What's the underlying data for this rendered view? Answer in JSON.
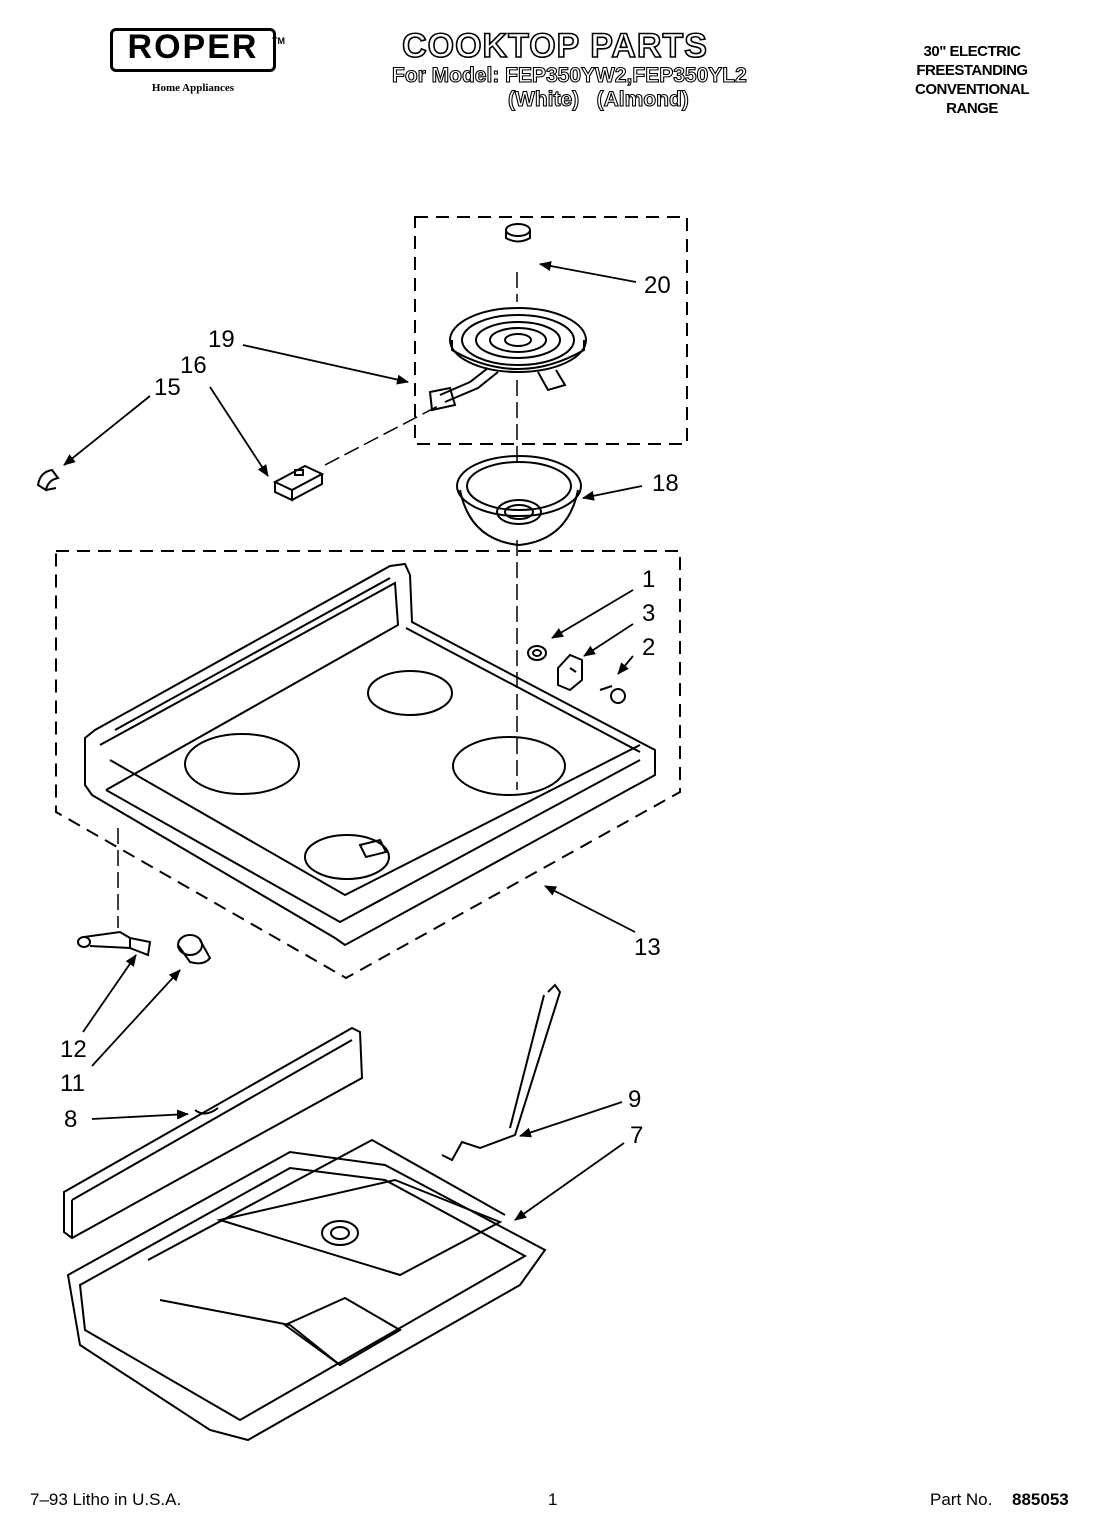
{
  "brand": {
    "logo": "ROPER",
    "trademark": "TM",
    "subtitle": "Home Appliances"
  },
  "header": {
    "title": "COOKTOP PARTS",
    "models_line": "For Model: FEP350YW2,FEP350YL2",
    "variants_line": "(White)   (Almond)"
  },
  "range_type": {
    "line1": "30\" ELECTRIC",
    "line2": "FREESTANDING",
    "line3": "CONVENTIONAL",
    "line4": "RANGE"
  },
  "callouts": [
    "20",
    "19",
    "16",
    "15",
    "18",
    "1",
    "3",
    "2",
    "13",
    "12",
    "11",
    "8",
    "9",
    "7"
  ],
  "footer": {
    "litho": "7–93 Litho in U.S.A.",
    "page": "1",
    "part_label": "Part No.",
    "part_number": "885053"
  }
}
